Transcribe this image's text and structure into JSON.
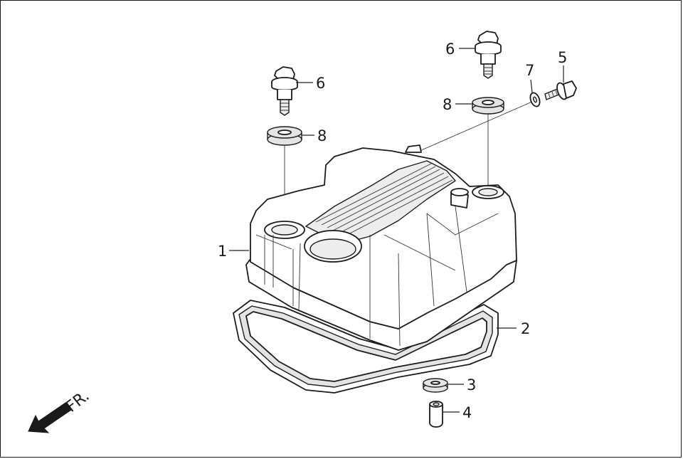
{
  "diagram": {
    "callouts": [
      {
        "id": "1",
        "label": "1"
      },
      {
        "id": "2",
        "label": "2"
      },
      {
        "id": "3",
        "label": "3"
      },
      {
        "id": "4",
        "label": "4"
      },
      {
        "id": "5",
        "label": "5"
      },
      {
        "id": "6a",
        "label": "6"
      },
      {
        "id": "6b",
        "label": "6"
      },
      {
        "id": "7",
        "label": "7"
      },
      {
        "id": "8a",
        "label": "8"
      },
      {
        "id": "8b",
        "label": "8"
      }
    ],
    "direction_label": "FR."
  }
}
